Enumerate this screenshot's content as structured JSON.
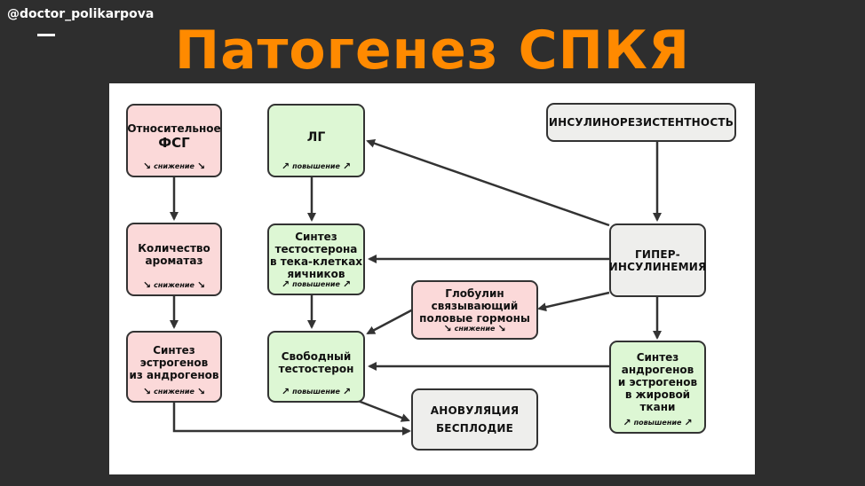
{
  "header": {
    "handle": "@doctor_polikarpova",
    "title": "Патогенез СПКЯ"
  },
  "nodes": {
    "fsh": {
      "label": "Относительное",
      "label2": "ФСГ",
      "tag": "снижение"
    },
    "lh": {
      "label": "ЛГ",
      "tag": "повышение"
    },
    "ir": {
      "label": "ИНСУЛИНОРЕЗИСТЕНТНОСТЬ"
    },
    "aromatase": {
      "label": "Количество\nароматаз",
      "tag": "снижение"
    },
    "testo_synth": {
      "label": "Синтез\nтестостерона\nв тека-клетках\nяичников",
      "tag": "повышение"
    },
    "hyperins": {
      "label": "ГИПЕР-\nИНСУЛИНЕМИЯ"
    },
    "shbg": {
      "label": "Глобулин\nсвязывающий\nполовые гормоны",
      "tag": "снижение"
    },
    "estro_synth": {
      "label": "Синтез\nэстрогенов\nиз андрогенов",
      "tag": "снижение"
    },
    "free_testo": {
      "label": "Свободный\nтестостерон",
      "tag": "повышение"
    },
    "fat_synth": {
      "label": "Синтез\nандрогенов\nи эстрогенов\nв жировой\nткани",
      "tag": "повышение"
    },
    "anov": {
      "label": "АНОВУЛЯЦИЯ\nБЕСПЛОДИЕ"
    }
  },
  "colors": {
    "title": "#ff8a00",
    "pink": "#fbd9d9",
    "green": "#ddf7d4",
    "gray": "#eeeeec"
  }
}
